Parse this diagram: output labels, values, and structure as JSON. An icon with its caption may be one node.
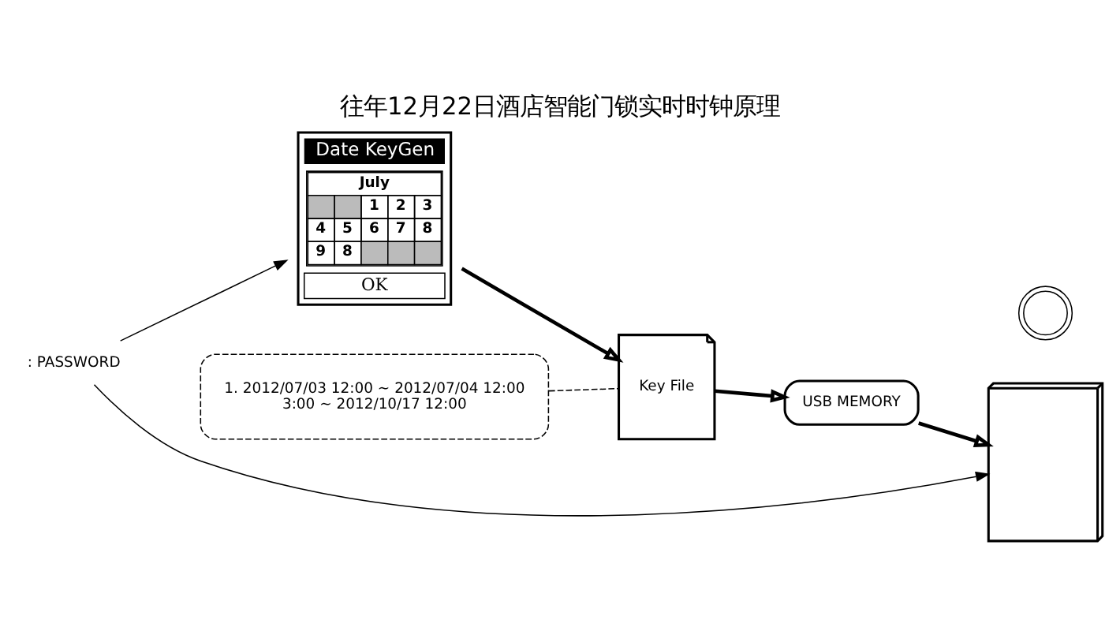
{
  "diagram": {
    "title": "往年12月22日酒店智能门锁实时时钟原理",
    "nodes": [
      {
        "text": [
          "Date KeyGen",
          "July",
          "1",
          "2",
          "3",
          "4",
          "5",
          "6",
          "7",
          "8",
          "9",
          "8",
          "OK"
        ]
      },
      {
        "text": [
          "Key File"
        ]
      },
      {
        "text": [
          "1. 2012/07/03 12:00 ~ 2012/07/04 12:00",
          "3:00 ~ 2012/10/17 12:00"
        ]
      },
      {
        "text": [
          ": PASSWORD"
        ]
      },
      {
        "text": [],
        "shape": "picture"
      },
      {
        "text": [
          "USB MEMORY"
        ]
      },
      {
        "text": [],
        "shape": "circle"
      }
    ],
    "edges": [
      {
        "from": 3,
        "to": 0,
        "arrow": "to"
      },
      {
        "from": 0,
        "to": 1,
        "arrow": "to",
        "style": "thick"
      },
      {
        "from": 2,
        "to": 1,
        "arrow": "none",
        "style": "dashed"
      },
      {
        "from": 1,
        "to": 5,
        "arrow": "to",
        "style": "thick"
      },
      {
        "from": 5,
        "to": 4,
        "arrow": "to",
        "style": "thick"
      },
      {
        "from": 3,
        "to": 4,
        "arrow": "to"
      }
    ]
  }
}
